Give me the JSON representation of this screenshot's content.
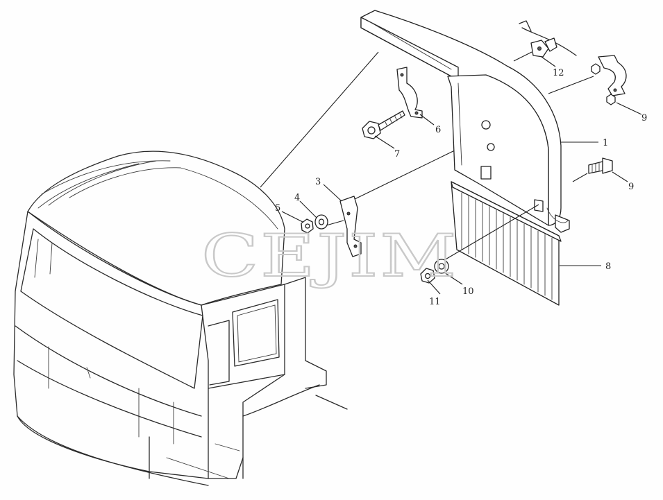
{
  "watermark": "CEJIM",
  "callouts": [
    {
      "id": "c1",
      "label": "1"
    },
    {
      "id": "c3",
      "label": "3"
    },
    {
      "id": "c4",
      "label": "4"
    },
    {
      "id": "c5",
      "label": "5"
    },
    {
      "id": "c6",
      "label": "6"
    },
    {
      "id": "c7",
      "label": "7"
    },
    {
      "id": "c8",
      "label": "8"
    },
    {
      "id": "c9a",
      "label": "9"
    },
    {
      "id": "c9b",
      "label": "9"
    },
    {
      "id": "c10",
      "label": "10"
    },
    {
      "id": "c11",
      "label": "11"
    },
    {
      "id": "c12",
      "label": "12"
    }
  ]
}
